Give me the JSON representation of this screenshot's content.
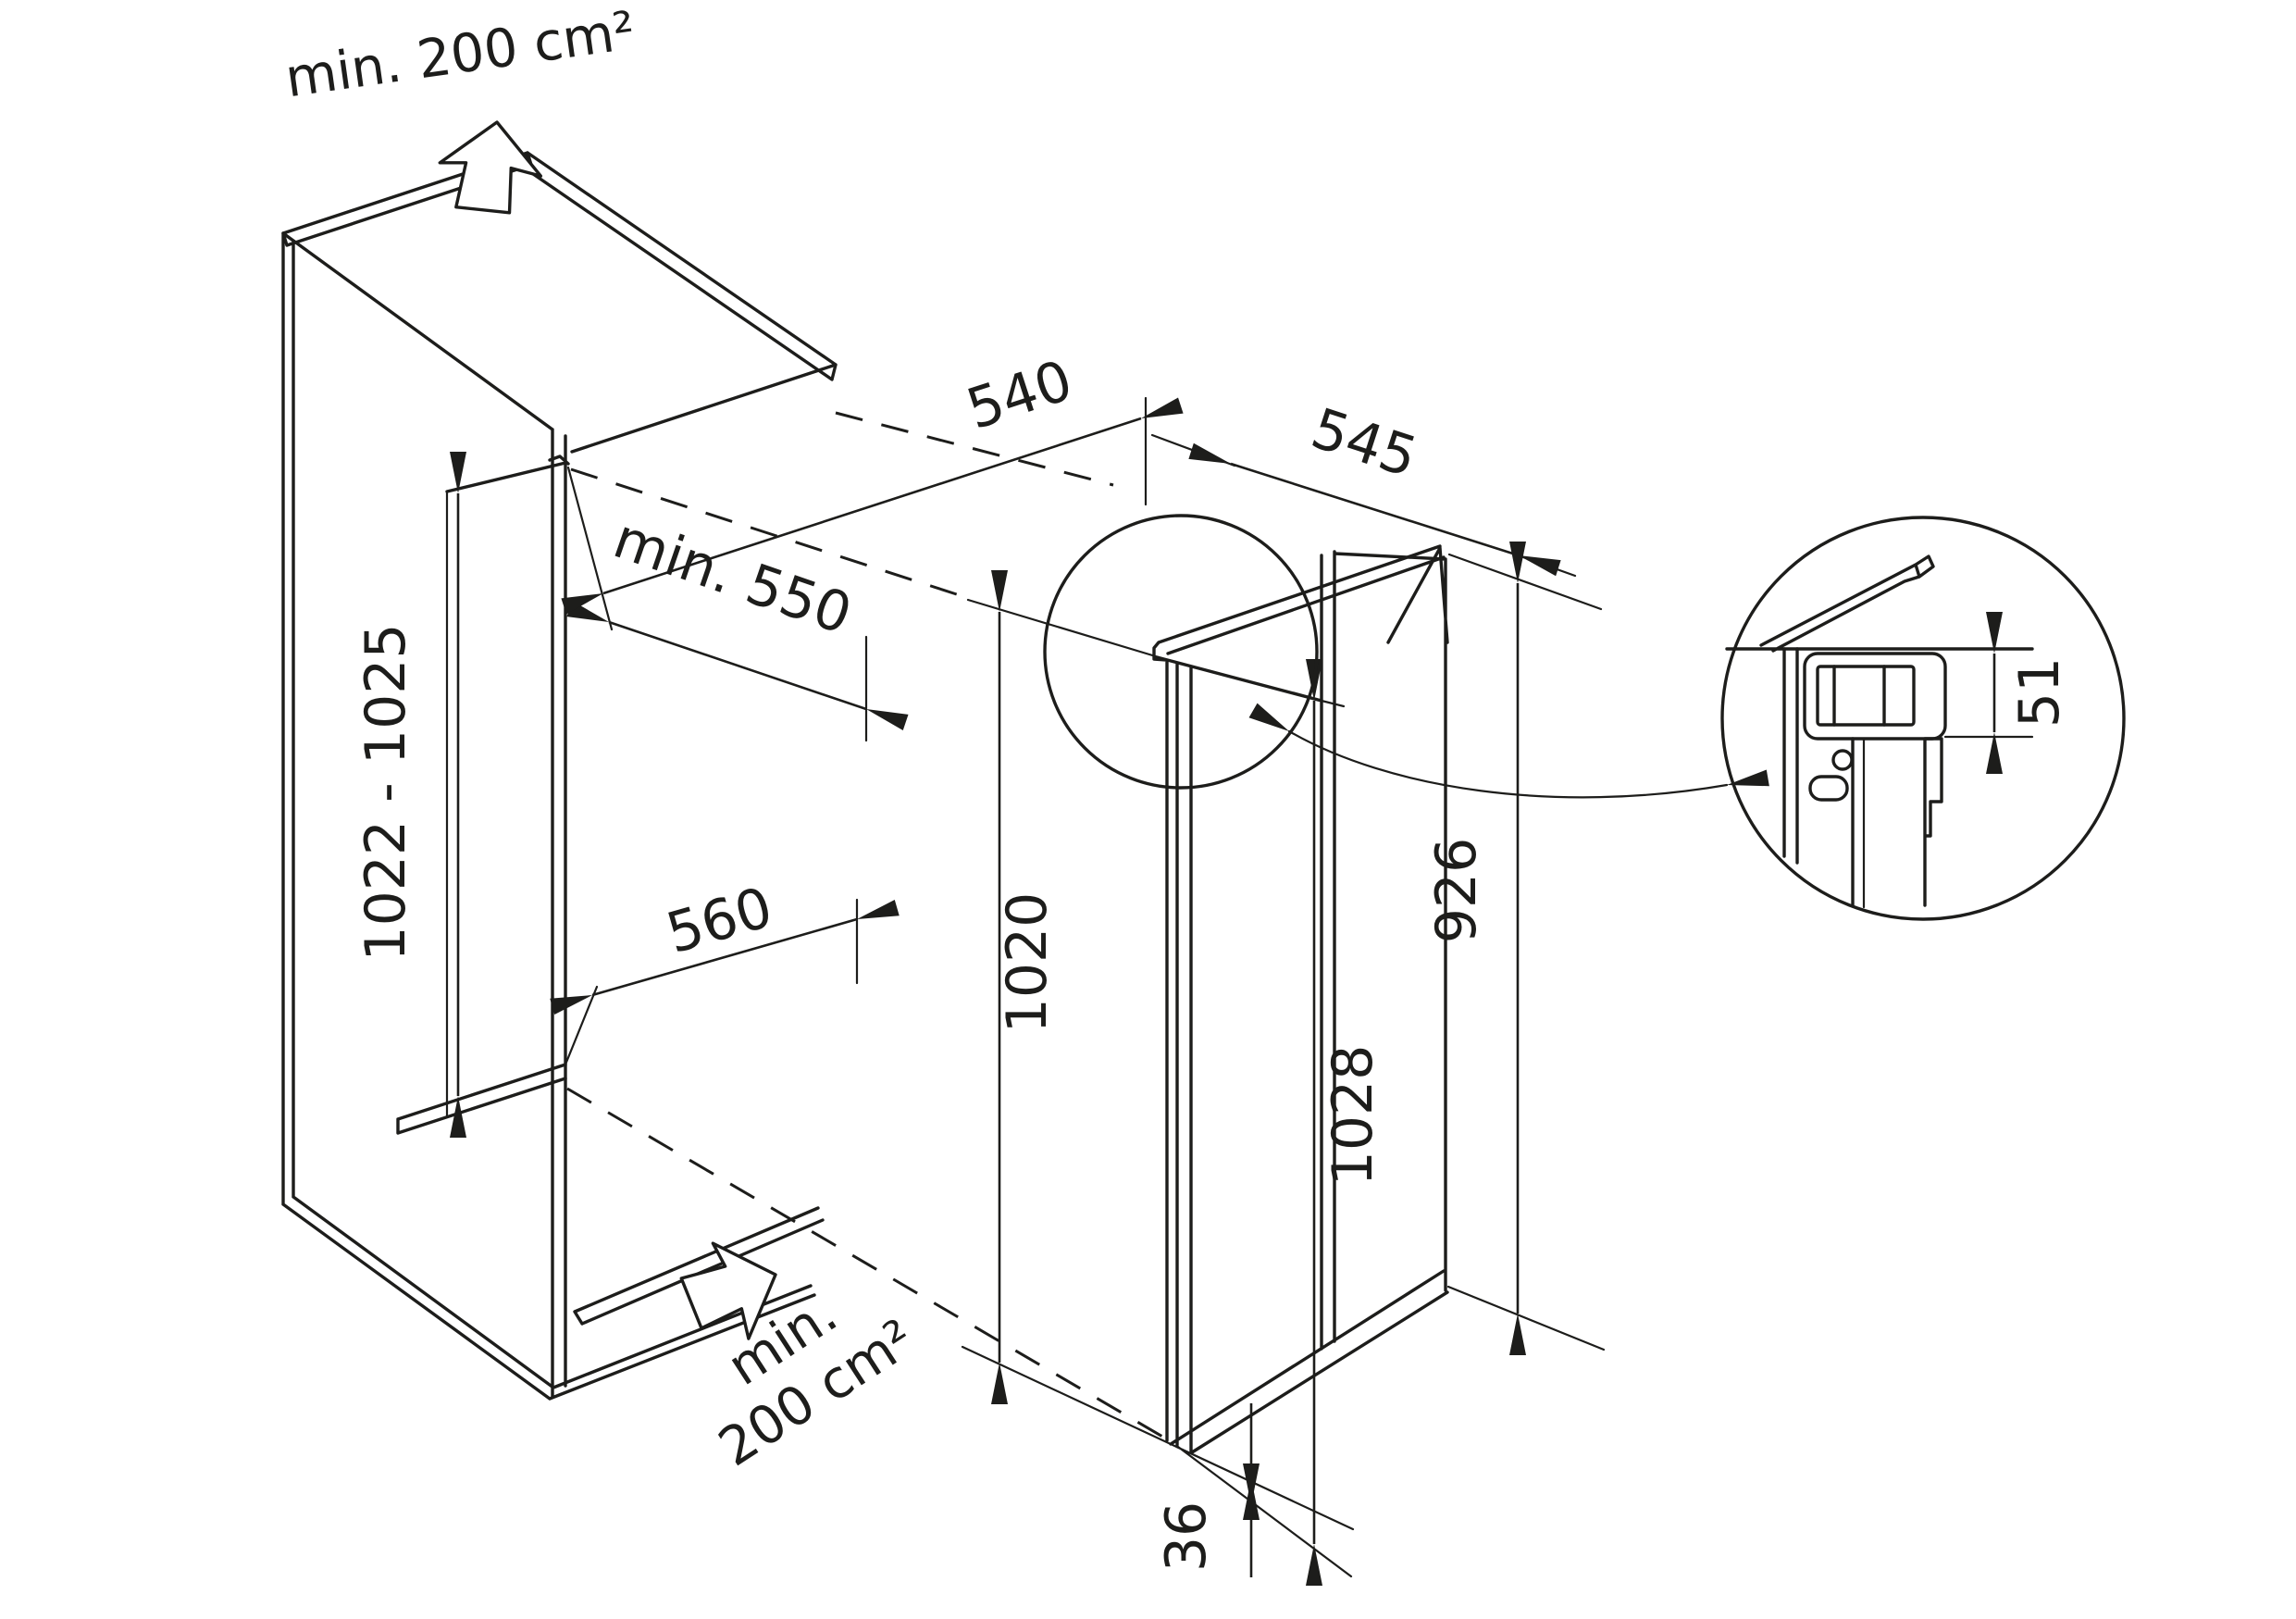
{
  "drawing": {
    "background": "#ffffff",
    "line_color": "#1d1d1b",
    "labels": {
      "vent_top": "min. 200 cm²",
      "niche_height": "1022 - 1025",
      "niche_depth_min": "min. 550",
      "niche_width": "560",
      "vent_bottom_line1": "min.",
      "vent_bottom_line2": "200 cm²",
      "top_clearance_depth": "540",
      "unit_depth": "545",
      "door_height": "1020",
      "unit_height": "1028",
      "rear_height": "926",
      "bottom_gap": "36",
      "hinge_detail_height": "51"
    }
  }
}
